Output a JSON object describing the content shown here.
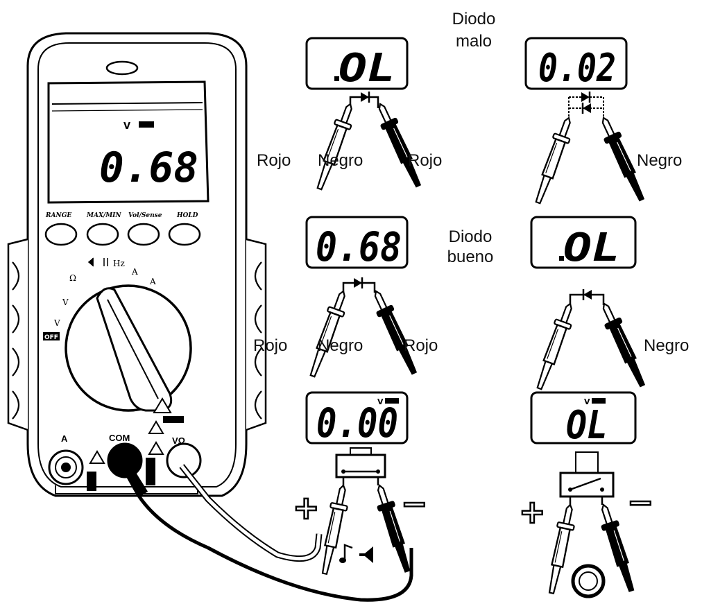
{
  "labels": {
    "diodo_malo": "Diodo\nmalo",
    "diodo_bueno": "Diodo\nbueno",
    "rojo": "Rojo",
    "negro": "Negro",
    "plus": "+",
    "minus": "−"
  },
  "meter": {
    "lcd_reading": "0.68",
    "lcd_unit": "V",
    "buttons": [
      "RANGE",
      "MAX/MIN",
      "Vol/Sense",
      "HOLD"
    ],
    "dial_marks": [
      "Ω",
      "Hz",
      "A",
      "A",
      "V",
      "V",
      "OFF"
    ],
    "jacks": [
      "A",
      "COM",
      "VΩ"
    ]
  },
  "panels": {
    "bad_forward": "OL",
    "bad_reverse": "0.02",
    "good_forward": "0.68",
    "good_reverse": "OL",
    "cont_closed": "0.00",
    "cont_open": "OL"
  },
  "colors": {
    "ink": "#000000",
    "paper": "#ffffff"
  }
}
